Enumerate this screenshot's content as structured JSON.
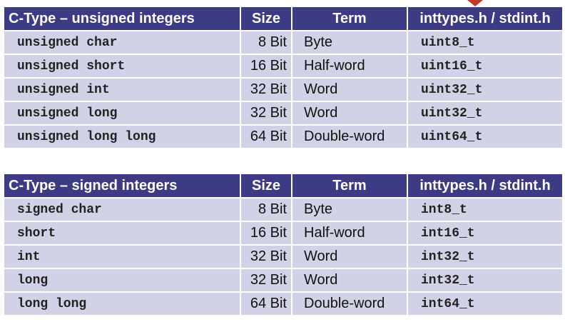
{
  "colors": {
    "header_bg": "#3c3b83",
    "header_text": "#ffffff",
    "row_bg": "#d2d2e6",
    "marker": "#c0392b"
  },
  "unsigned_table": {
    "headers": [
      "C-Type – unsigned integers",
      "Size",
      "Term",
      "inttypes.h / stdint.h"
    ],
    "rows": [
      [
        "unsigned char",
        "8 Bit",
        "Byte",
        "uint8_t"
      ],
      [
        "unsigned short",
        "16 Bit",
        "Half-word",
        "uint16_t"
      ],
      [
        "unsigned int",
        "32 Bit",
        "Word",
        "uint32_t"
      ],
      [
        "unsigned long",
        "32 Bit",
        "Word",
        "uint32_t"
      ],
      [
        "unsigned long long",
        "64 Bit",
        "Double-word",
        "uint64_t"
      ]
    ]
  },
  "signed_table": {
    "headers": [
      "C-Type – signed integers",
      "Size",
      "Term",
      "inttypes.h / stdint.h"
    ],
    "rows": [
      [
        "signed char",
        "8 Bit",
        "Byte",
        "int8_t"
      ],
      [
        "short",
        "16 Bit",
        "Half-word",
        "int16_t"
      ],
      [
        "int",
        "32 Bit",
        "Word",
        "int32_t"
      ],
      [
        "long",
        "32 Bit",
        "Word",
        "int32_t"
      ],
      [
        "long long",
        "64 Bit",
        "Double-word",
        "int64_t"
      ]
    ]
  }
}
